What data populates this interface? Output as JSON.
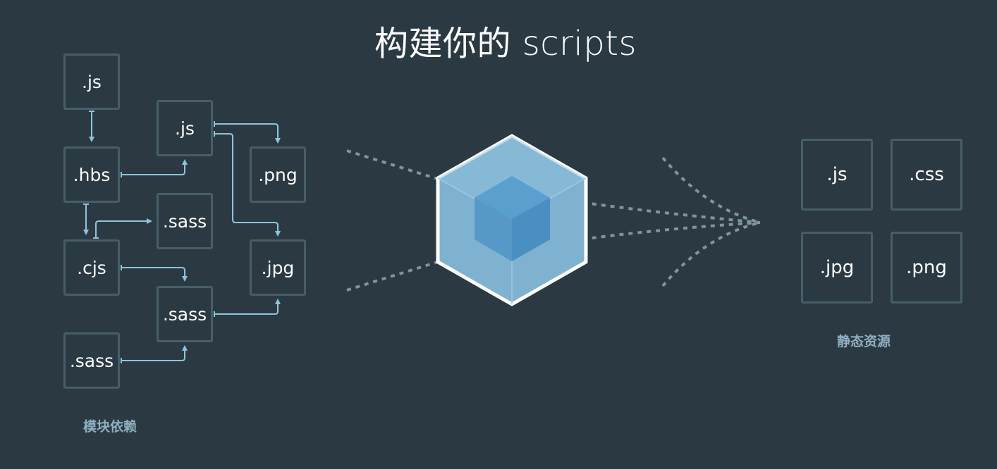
{
  "title": "构建你的 scripts",
  "modules": [
    {
      "id": "js1",
      "label": ".js"
    },
    {
      "id": "hbs",
      "label": ".hbs"
    },
    {
      "id": "cjs",
      "label": ".cjs"
    },
    {
      "id": "sass3",
      "label": ".sass"
    },
    {
      "id": "js2",
      "label": ".js"
    },
    {
      "id": "sass1",
      "label": ".sass"
    },
    {
      "id": "sass2",
      "label": ".sass"
    },
    {
      "id": "png",
      "label": ".png"
    },
    {
      "id": "jpg",
      "label": ".jpg"
    }
  ],
  "modules_caption": "模块依赖",
  "assets": [
    {
      "id": "out_js",
      "label": ".js"
    },
    {
      "id": "out_css",
      "label": ".css"
    },
    {
      "id": "out_jpg",
      "label": ".jpg"
    },
    {
      "id": "out_png",
      "label": ".png"
    }
  ],
  "assets_caption": "静态资源",
  "colors": {
    "background": "#2b3a42",
    "box_border": "#465e69",
    "arrow": "#8ec4dd",
    "dotted": "#7f959e",
    "cube_outer": "#8ed6fb",
    "cube_inner": "#1c78c0",
    "caption": "#8eb0c2"
  }
}
